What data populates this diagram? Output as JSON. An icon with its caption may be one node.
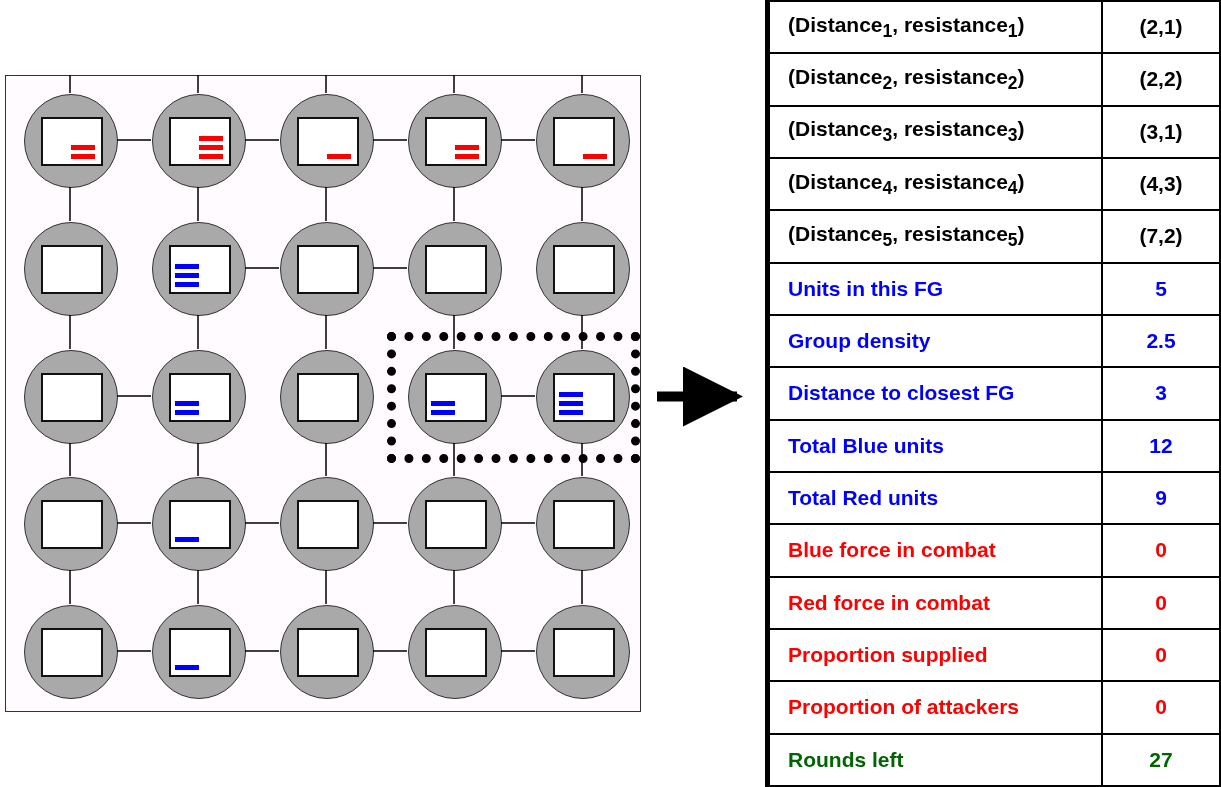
{
  "diagram": {
    "nodes": [
      {
        "text": [],
        "shape": "box"
      },
      {
        "text": [],
        "shape": "circle",
        "in": 0
      },
      {
        "text": [],
        "shape": "circle",
        "in": 0
      },
      {
        "text": [],
        "shape": "circle",
        "in": 0
      },
      {
        "text": [],
        "shape": "circle",
        "in": 0
      },
      {
        "text": [],
        "shape": "circle",
        "in": 0
      },
      {
        "text": [],
        "shape": "circle",
        "in": 0
      },
      {
        "text": [],
        "shape": "circle",
        "in": 0
      },
      {
        "text": [],
        "shape": "circle",
        "in": 0
      },
      {
        "text": [],
        "shape": "circle",
        "in": 0
      },
      {
        "text": [],
        "shape": "circle",
        "in": 0
      },
      {
        "text": [],
        "shape": "circle",
        "in": 0
      },
      {
        "text": [],
        "shape": "circle",
        "in": 0
      },
      {
        "text": [],
        "shape": "circle",
        "in": 0
      },
      {
        "text": [],
        "shape": "circle",
        "in": 26
      },
      {
        "text": [],
        "shape": "circle",
        "in": 26
      },
      {
        "text": [],
        "shape": "circle",
        "in": 0
      },
      {
        "text": [],
        "shape": "circle",
        "in": 0
      },
      {
        "text": [],
        "shape": "circle",
        "in": 0
      },
      {
        "text": [],
        "shape": "circle",
        "in": 0
      },
      {
        "text": [],
        "shape": "circle",
        "in": 0
      },
      {
        "text": [],
        "shape": "circle",
        "in": 0
      },
      {
        "text": [],
        "shape": "circle",
        "in": 0
      },
      {
        "text": [],
        "shape": "circle",
        "in": 0
      },
      {
        "text": [],
        "shape": "circle",
        "in": 0
      },
      {
        "text": [],
        "shape": "circle",
        "in": 0
      },
      {
        "text": [],
        "shape": "box",
        "in": 0
      },
      {
        "text": [
          "(Distance$_{1}$, resistance$_{1}$)",
          "(2,1)",
          "(Distance$_{2}$, resistance$_{2}$)",
          "(2,2)",
          "(Distance$_{3}$, resistance$_{3}$)",
          "(3,1)",
          "(Distance$_{4}$, resistance$_{4}$)",
          "(4,3)",
          "(Distance$_{5}$, resistance$_{5}$)",
          "(7,2)",
          "Units in this FG",
          "5",
          "Group density",
          "2.5",
          "Distance to closest FG",
          "3",
          "Total Blue units",
          "12",
          "Total Red units",
          "9",
          "Blue force in combat",
          "0",
          "Red force in combat",
          "0",
          "Proportion supplied",
          "0",
          "Proportion of attackers",
          "0",
          "Rounds left",
          "27"
        ]
      }
    ],
    "edges": [
      {
        "from": 1,
        "to": 0,
        "arrow": "none"
      },
      {
        "from": 2,
        "to": 0,
        "arrow": "none"
      },
      {
        "from": 3,
        "to": 0,
        "arrow": "none"
      },
      {
        "from": 4,
        "to": 0,
        "arrow": "none"
      },
      {
        "from": 5,
        "to": 0,
        "arrow": "none"
      },
      {
        "from": 1,
        "to": 2,
        "arrow": "none"
      },
      {
        "from": 2,
        "to": 3,
        "arrow": "none"
      },
      {
        "from": 3,
        "to": 4,
        "arrow": "none"
      },
      {
        "from": 4,
        "to": 5,
        "arrow": "none"
      },
      {
        "from": 1,
        "to": 6,
        "arrow": "none"
      },
      {
        "from": 2,
        "to": 7,
        "arrow": "none"
      },
      {
        "from": 3,
        "to": 8,
        "arrow": "none"
      },
      {
        "from": 4,
        "to": 9,
        "arrow": "none"
      },
      {
        "from": 5,
        "to": 10,
        "arrow": "none"
      },
      {
        "from": 7,
        "to": 8,
        "arrow": "none"
      },
      {
        "from": 8,
        "to": 9,
        "arrow": "none"
      },
      {
        "from": 6,
        "to": 11,
        "arrow": "none"
      },
      {
        "from": 7,
        "to": 12,
        "arrow": "none"
      },
      {
        "from": 8,
        "to": 13,
        "arrow": "none"
      },
      {
        "from": 9,
        "to": 14,
        "arrow": "none"
      },
      {
        "from": 10,
        "to": 15,
        "arrow": "none"
      },
      {
        "from": 11,
        "to": 12,
        "arrow": "none"
      },
      {
        "from": 14,
        "to": 15,
        "arrow": "none"
      },
      {
        "from": 11,
        "to": 16,
        "arrow": "none"
      },
      {
        "from": 12,
        "to": 17,
        "arrow": "none"
      },
      {
        "from": 13,
        "to": 18,
        "arrow": "none"
      },
      {
        "from": 14,
        "to": 19,
        "arrow": "none"
      },
      {
        "from": 15,
        "to": 20,
        "arrow": "none"
      },
      {
        "from": 16,
        "to": 17,
        "arrow": "none"
      },
      {
        "from": 17,
        "to": 18,
        "arrow": "none"
      },
      {
        "from": 18,
        "to": 19,
        "arrow": "none"
      },
      {
        "from": 19,
        "to": 20,
        "arrow": "none"
      },
      {
        "from": 16,
        "to": 21,
        "arrow": "none"
      },
      {
        "from": 17,
        "to": 22,
        "arrow": "none"
      },
      {
        "from": 18,
        "to": 23,
        "arrow": "none"
      },
      {
        "from": 19,
        "to": 24,
        "arrow": "none"
      },
      {
        "from": 20,
        "to": 25,
        "arrow": "none"
      },
      {
        "from": 21,
        "to": 22,
        "arrow": "none"
      },
      {
        "from": 22,
        "to": 23,
        "arrow": "none"
      },
      {
        "from": 23,
        "to": 24,
        "arrow": "none"
      },
      {
        "from": 24,
        "to": 25,
        "arrow": "none"
      },
      {
        "from": 26,
        "to": 27,
        "arrow": "to",
        "style": "thick"
      }
    ]
  }
}
